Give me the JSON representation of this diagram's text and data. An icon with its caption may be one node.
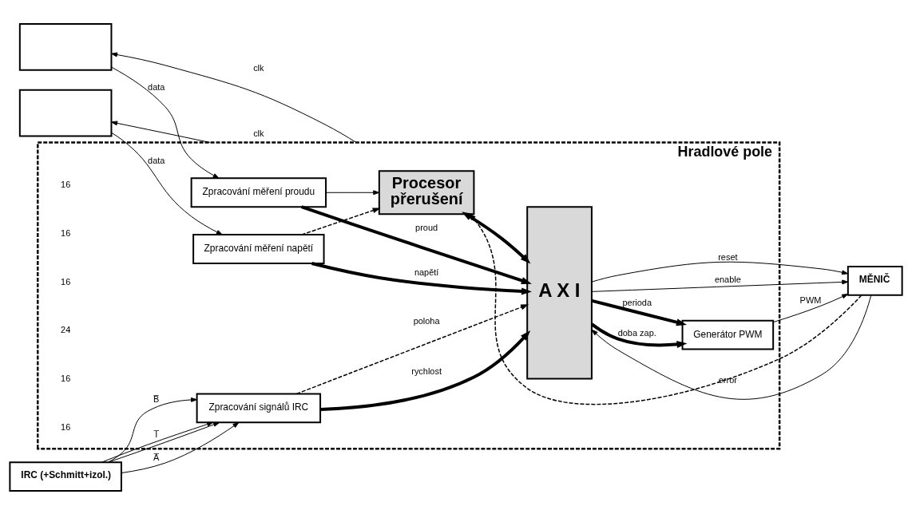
{
  "diagram": {
    "nodes": [
      {
        "text": [
          "Hradlové pole"
        ]
      },
      {
        "text": [
          "Procesor",
          "přerušení"
        ],
        "in": 0
      },
      {
        "text": [],
        "shape": "box"
      },
      {
        "text": [
          "Zpracování měření proudu"
        ],
        "in": 0
      },
      {
        "text": [],
        "shape": "box"
      },
      {
        "text": [
          "Zpracování měření napětí"
        ],
        "in": 0
      },
      {
        "text": [
          "IRC (+Schmitt+izol.)"
        ]
      },
      {
        "text": [
          "Zpracování signálů IRC"
        ],
        "in": 0
      },
      {
        "text": [
          "A X I"
        ],
        "in": 0
      },
      {
        "text": [
          "Generátor PWM"
        ],
        "in": 0
      },
      {
        "text": [
          "MĚNIČ"
        ]
      }
    ],
    "edges": [
      {
        "from": 0,
        "to": 2,
        "arrow": "to",
        "label": "clk"
      },
      {
        "from": 2,
        "to": 3,
        "arrow": "to",
        "label": "data"
      },
      {
        "from": 3,
        "to": 1,
        "arrow": "to"
      },
      {
        "from": 3,
        "to": 8,
        "arrow": "to",
        "label": "proud",
        "style": "thick"
      },
      {
        "from": 0,
        "to": 4,
        "arrow": "to",
        "label": "clk"
      },
      {
        "from": 4,
        "to": 5,
        "arrow": "to",
        "label": "data"
      },
      {
        "from": 5,
        "to": 1,
        "arrow": "to",
        "style": "dashed"
      },
      {
        "from": 5,
        "to": 8,
        "arrow": "to",
        "label": "napětí",
        "style": "thick"
      },
      {
        "from": 6,
        "to": 7,
        "arrow": "to"
      },
      {
        "from": 6,
        "to": 7,
        "arrow": "to",
        "label": "A̅"
      },
      {
        "from": 6,
        "to": 7,
        "arrow": "to",
        "label": "B̅"
      },
      {
        "from": 6,
        "to": 7,
        "arrow": "to",
        "label": "I̅"
      },
      {
        "from": 7,
        "to": 8,
        "arrow": "to",
        "label": "rychlost",
        "style": "thick"
      },
      {
        "from": 7,
        "to": 8,
        "arrow": "to",
        "label": "poloha",
        "style": "dashed"
      },
      {
        "from": 1,
        "to": 8,
        "arrow": "both",
        "style": "thick"
      },
      {
        "from": 8,
        "to": 9,
        "arrow": "to",
        "label": "doba zap.",
        "style": "thick"
      },
      {
        "from": 8,
        "to": 9,
        "arrow": "to",
        "label": "perioda",
        "style": "thick"
      },
      {
        "from": 9,
        "to": 10,
        "arrow": "to",
        "label": "PWM"
      },
      {
        "from": 8,
        "to": 10,
        "arrow": "to",
        "label": "enable"
      },
      {
        "from": 8,
        "to": 10,
        "arrow": "to",
        "label": "reset"
      },
      {
        "from": 10,
        "to": 8,
        "arrow": "to",
        "label": "error"
      },
      {
        "from": 10,
        "to": 1,
        "arrow": "to",
        "style": "dashed"
      }
    ],
    "labels": [
      "16",
      "16",
      "16",
      "24",
      "16",
      "16"
    ]
  }
}
